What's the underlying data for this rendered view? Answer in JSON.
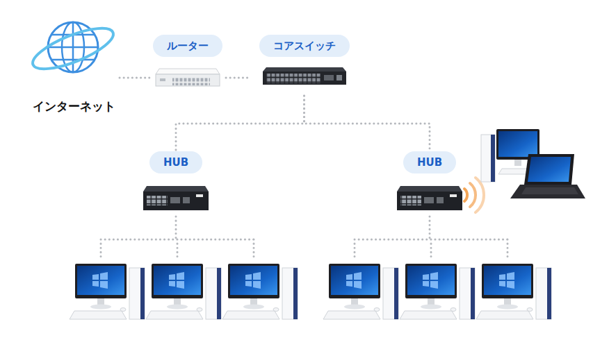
{
  "diagram": {
    "nodes": [
      {
        "text": [
          "インターネット"
        ]
      },
      {
        "text": [
          "ルーター"
        ]
      },
      {
        "text": [
          "コアスイッチ"
        ]
      },
      {
        "text": [
          "HUB"
        ]
      },
      {
        "text": [
          "HUB"
        ]
      }
    ],
    "edges": [
      {
        "from": 0,
        "to": 1,
        "arrow": "none"
      },
      {
        "from": 1,
        "to": 2,
        "arrow": "none"
      },
      {
        "from": 2,
        "to": 3,
        "arrow": "none"
      },
      {
        "from": 2,
        "to": 4,
        "arrow": "none"
      }
    ]
  }
}
